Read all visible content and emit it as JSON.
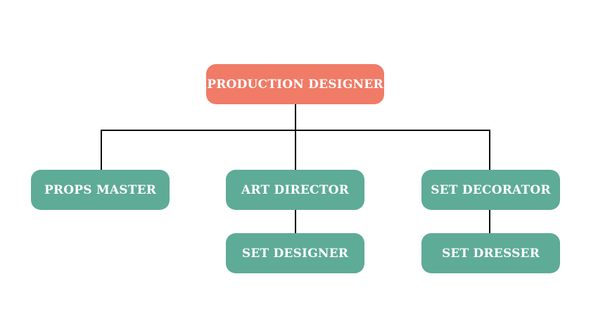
{
  "chart": {
    "root": {
      "label": "PRODUCTION DESIGNER",
      "color": "#f07b67"
    },
    "children": [
      {
        "label": "PROPS MASTER",
        "color": "#5eab98"
      },
      {
        "label": "ART DIRECTOR",
        "color": "#5eab98",
        "children": [
          {
            "label": "SET DESIGNER"
          }
        ]
      },
      {
        "label": "SET DECORATOR",
        "color": "#5eab98",
        "children": [
          {
            "label": "SET DRESSER"
          }
        ]
      }
    ]
  }
}
